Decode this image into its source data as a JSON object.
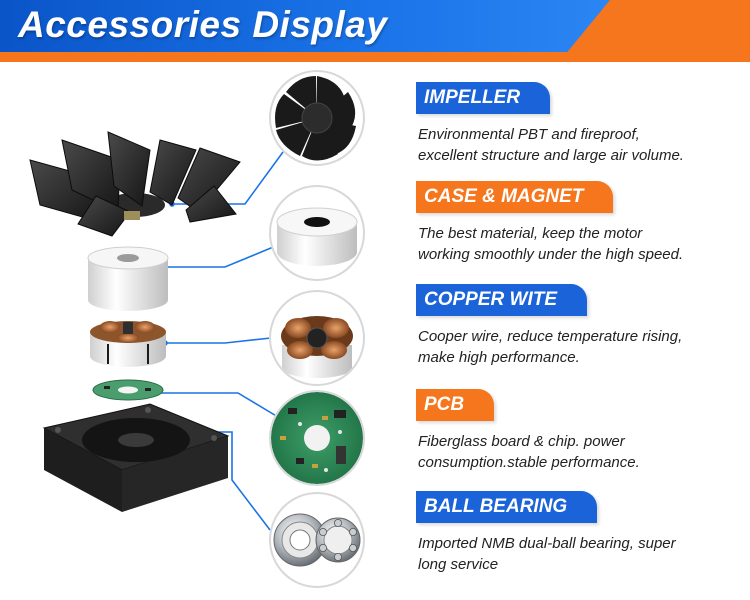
{
  "header": {
    "title": "Accessories Display"
  },
  "colors": {
    "blue": "#1b63d8",
    "orange": "#f5761c",
    "connector": "#1b74e6"
  },
  "features": [
    {
      "title": "IMPELLER",
      "color": "blue",
      "lines": [
        "Environmental PBT and fireproof,",
        "excellent structure and large air volume."
      ]
    },
    {
      "title": "CASE & MAGNET",
      "color": "orange",
      "lines": [
        "The best material, keep the motor",
        "working smoothly under the high speed."
      ]
    },
    {
      "title": "COPPER WITE",
      "color": "blue",
      "lines": [
        "Cooper wire, reduce temperature rising,",
        "make high performance."
      ]
    },
    {
      "title": "PCB",
      "color": "orange",
      "lines": [
        "Fiberglass board & chip. power",
        "consumption.stable performance."
      ]
    },
    {
      "title": "BALL BEARING",
      "color": "blue",
      "lines": [
        "Imported NMB dual-ball bearing, super",
        "long service"
      ]
    }
  ]
}
